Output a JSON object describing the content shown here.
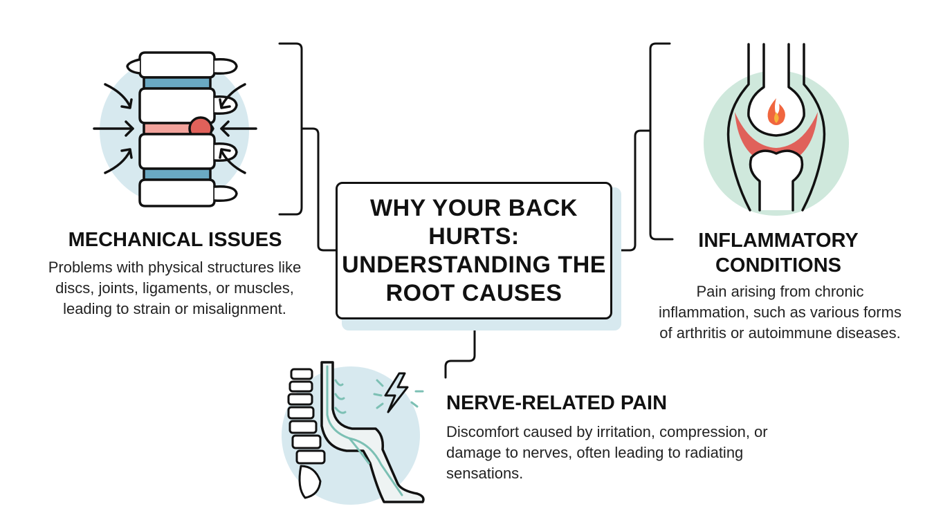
{
  "title": "WHY YOUR BACK HURTS: UNDERSTANDING THE ROOT CAUSES",
  "mechanical": {
    "heading": "MECHANICAL ISSUES",
    "description": "Problems with physical structures like discs, joints, ligaments, or muscles, leading to strain or misalignment.",
    "icon": "spine-disc-compression-icon"
  },
  "inflammatory": {
    "heading": "INFLAMMATORY CONDITIONS",
    "description": "Pain arising from chronic inflammation, such as various forms of arthritis or autoimmune diseases.",
    "icon": "inflamed-joint-icon"
  },
  "nerve": {
    "heading": "NERVE-RELATED PAIN",
    "description": "Discomfort caused by irritation, compression, or damage to nerves, often leading to radiating sensations.",
    "icon": "sciatic-nerve-icon"
  },
  "colors": {
    "ink": "#111111",
    "circle_blue": "#d7e9ef",
    "disc_blue": "#6aa9c3",
    "pain_red": "#e0615a",
    "nerve_teal": "#7cc0b4",
    "joint_green": "#cfe8dc",
    "flame_orange": "#f0663f"
  }
}
